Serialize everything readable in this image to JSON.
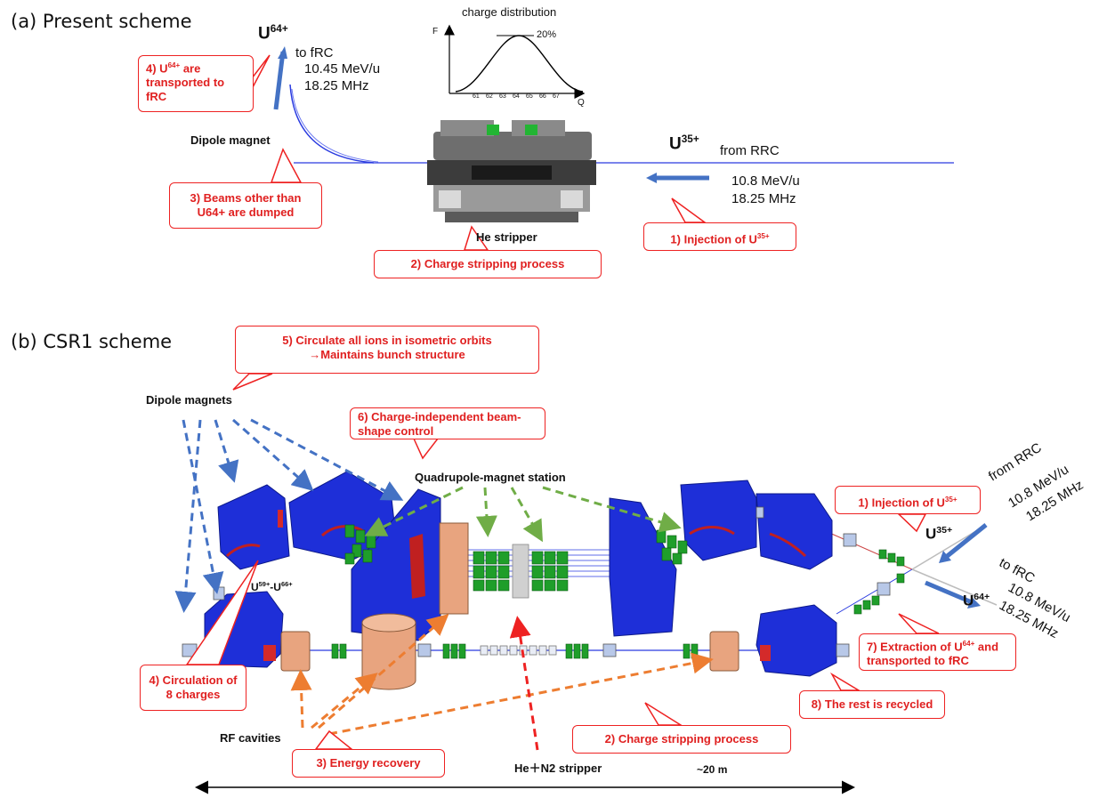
{
  "section_a": {
    "title": "(a) Present scheme",
    "u64_label": "U",
    "u64_sup": "64+",
    "to_frc": "to fRC",
    "out_energy": "10.45 MeV/u",
    "out_freq": "18.25 MHz",
    "u35_label": "U",
    "u35_sup": "35+",
    "from_rrc": "from RRC",
    "in_energy": "10.8 MeV/u",
    "in_freq": "18.25 MHz",
    "dipole_label": "Dipole magnet",
    "stripper_label": "He stripper",
    "charge_plot": {
      "title": "charge distribution",
      "y_axis": "F",
      "x_axis": "Q",
      "peak_label": "20%",
      "ticks": [
        "61",
        "62",
        "63",
        "64",
        "65",
        "66",
        "67"
      ]
    },
    "callouts": {
      "c4_pre": "4) U",
      "c4_sup": "64+",
      "c4_post": " are transported to fRC",
      "c3": "3) Beams other than U64+ are dumped",
      "c2": "2) Charge stripping process",
      "c1_pre": "1) Injection of U",
      "c1_sup": "35+"
    }
  },
  "section_b": {
    "title": "(b) CSR1 scheme",
    "dipole_magnets": "Dipole magnets",
    "quad_station": "Quadrupole-magnet station",
    "rf_cavities": "RF cavities",
    "stripper": "He＋N2 stripper",
    "scale": "~20 m",
    "charge_range_pre": "U",
    "charge_range_sup1": "59+",
    "charge_range_mid": "-U",
    "charge_range_sup2": "66+",
    "u35_label": "U",
    "u35_sup": "35+",
    "u64_label": "U",
    "u64_sup": "64+",
    "from_rrc": "from RRC",
    "in_energy": "10.8 MeV/u",
    "in_freq": "18.25 MHz",
    "to_frc": "to fRC",
    "out_energy": "10.8 MeV/u",
    "out_freq": "18.25 MHz",
    "callouts": {
      "c5_line1": "5) Circulate all ions in isometric orbits",
      "c5_line2": "→Maintains bunch structure",
      "c6": "6) Charge-independent beam-shape control",
      "c1_pre": "1) Injection of U",
      "c1_sup": "35+",
      "c7_pre": "7) Extraction of U",
      "c7_sup": "64+",
      "c7_post": " and transported to fRC",
      "c4": "4) Circulation of 8 charges",
      "c8": "8) The rest is recycled",
      "c2": "2) Charge stripping process",
      "c3": "3) Energy recovery"
    }
  },
  "colors": {
    "callout_red": "#e02020",
    "arrow_blue": "#4472c4",
    "arrow_green": "#70ad47",
    "arrow_orange": "#ed7d31",
    "magnet_blue": "#1e2fd8",
    "quad_green": "#1f9e2a",
    "cavity_copper": "#e8a47f"
  }
}
